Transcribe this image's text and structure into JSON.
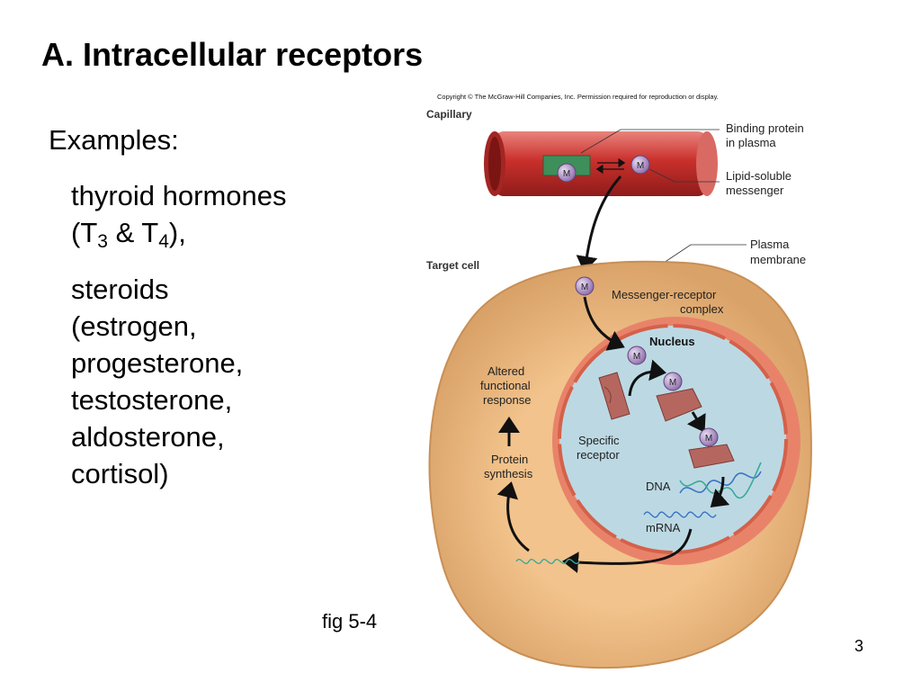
{
  "title": "A. Intracellular receptors",
  "examples_label": "Examples:",
  "thyroid": {
    "line1": "thyroid hormones",
    "open": "(T",
    "sub1": "3",
    "amp": " & T",
    "sub2": "4",
    "close": "),"
  },
  "steroids": {
    "lines": [
      "steroids",
      "(estrogen,",
      "progesterone,",
      "testosterone,",
      "aldosterone,",
      "cortisol)"
    ]
  },
  "figure_caption": "fig 5-4",
  "page_number": "3",
  "figure": {
    "copyright": "Copyright © The McGraw-Hill Companies, Inc. Permission required for reproduction or display.",
    "capillary_label": "Capillary",
    "binding_protein_label": [
      "Binding protein",
      "in plasma"
    ],
    "lipid_soluble_label": [
      "Lipid-soluble",
      "messenger"
    ],
    "target_cell_label": "Target cell",
    "plasma_membrane_label": [
      "Plasma",
      "membrane"
    ],
    "messenger_receptor_label": [
      "Messenger-receptor",
      "complex"
    ],
    "nucleus_label": "Nucleus",
    "altered_response_label": [
      "Altered",
      "functional",
      "response"
    ],
    "specific_receptor_label": [
      "Specific",
      "receptor"
    ],
    "protein_synthesis_label": [
      "Protein",
      "synthesis"
    ],
    "dna_label": "DNA",
    "mrna_label": "mRNA",
    "messenger_symbol": "M",
    "colors": {
      "capillary": "#c9302c",
      "cell": "#f2c38c",
      "nucleus": "#bcd9e3",
      "nuclear_envelope": "#e8836a",
      "receptor": "#b5675f",
      "messenger": "#9b7fb6",
      "binding_protein": "#3f8f5a"
    }
  }
}
